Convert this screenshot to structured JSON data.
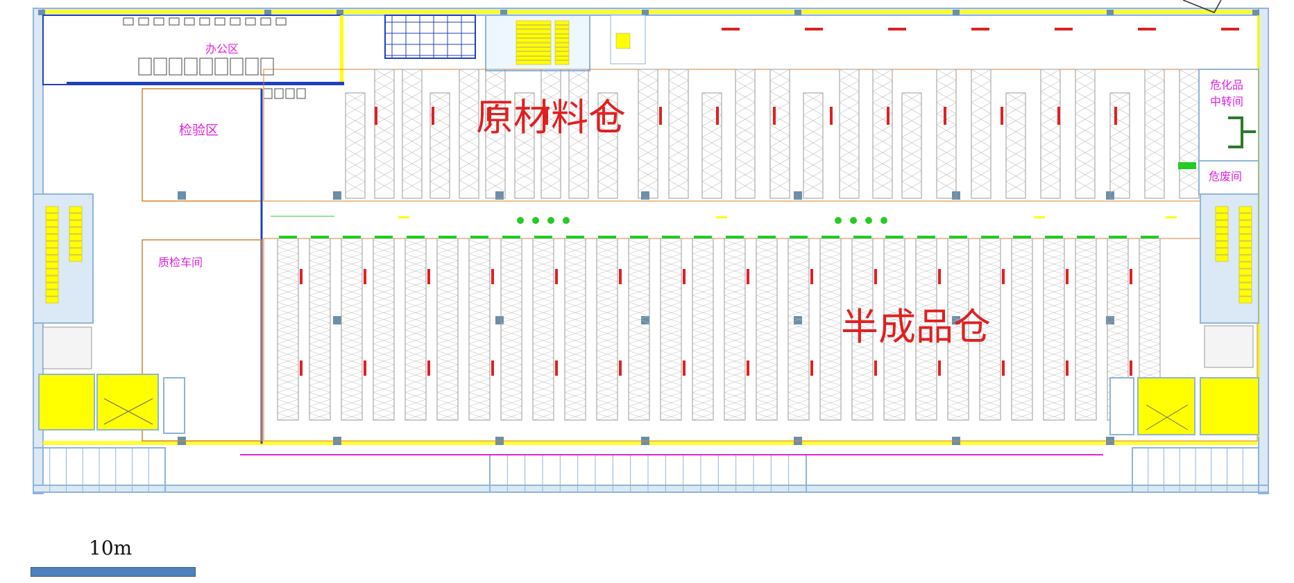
{
  "zones": {
    "raw_material": "原材料仓",
    "semi_finished": "半成品仓",
    "office": "办公区",
    "inspection": "检验区",
    "quality_workshop": "质检车间",
    "hazard_transfer_line1": "危化品",
    "hazard_transfer_line2": "中转间",
    "hazard_waste": "危废间"
  },
  "scale": {
    "label": "10m"
  },
  "colors": {
    "wall": "#8fb4d9",
    "wall_fill": "#dbe8f5",
    "yellow": "#ffff00",
    "rack": "#999999",
    "red_mark": "#e02020",
    "magenta": "#e020e0",
    "blue_line": "#1f3fbf",
    "green": "#22cc22",
    "orange_line": "#d9822b",
    "scale_bar": "#4f81bd"
  }
}
